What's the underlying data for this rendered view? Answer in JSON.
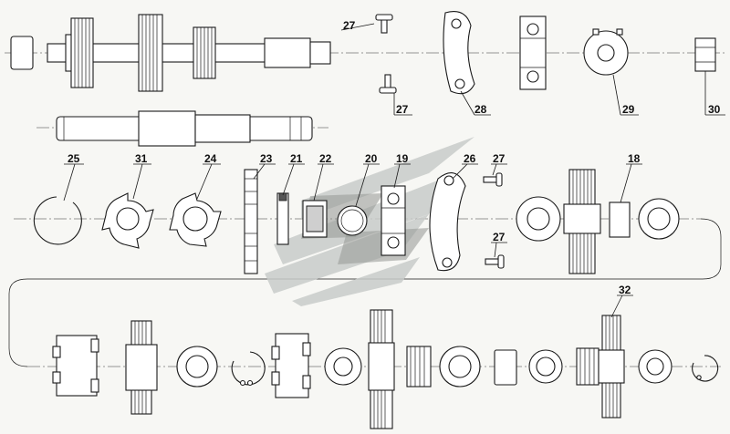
{
  "diagram": {
    "labels": {
      "l25": "25",
      "l31": "31",
      "l24": "24",
      "l23": "23",
      "l21": "21",
      "l22": "22",
      "l20": "20",
      "l19": "19",
      "l26": "26",
      "l27a": "27",
      "l27b": "27",
      "l27c": "27",
      "l27d": "27",
      "l28": "28",
      "l29": "29",
      "l30": "30",
      "l18": "18",
      "l32": "32"
    },
    "colors": {
      "ink": "#1a1a1a",
      "background": "#f7f7f4",
      "watermark_light": "#c9ccca",
      "watermark_dark": "#8a8d8b"
    }
  }
}
